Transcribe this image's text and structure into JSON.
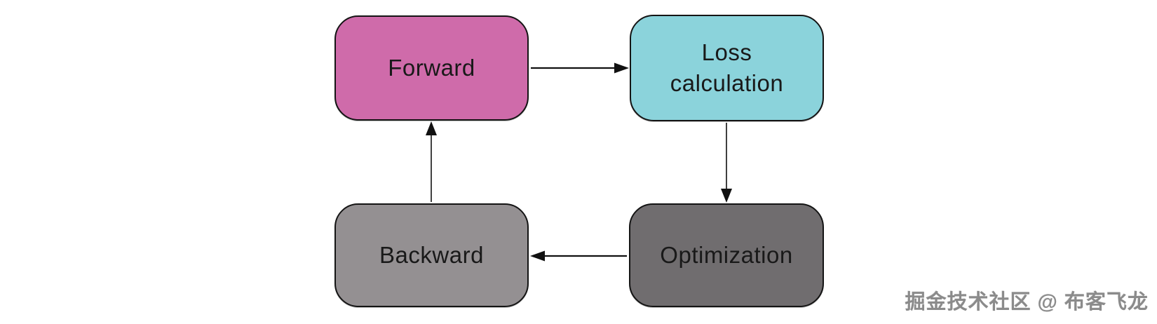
{
  "diagram": {
    "nodes": [
      {
        "id": "forward",
        "label": "Forward",
        "color": "#CF6BAA"
      },
      {
        "id": "loss-calculation",
        "label": "Loss calculation",
        "color": "#8BD3DB"
      },
      {
        "id": "backward",
        "label": "Backward",
        "color": "#949092"
      },
      {
        "id": "optimization",
        "label": "Optimization",
        "color": "#706D6F"
      }
    ],
    "edges": [
      {
        "from": "Forward",
        "to": "Loss calculation"
      },
      {
        "from": "Loss calculation",
        "to": "Optimization"
      },
      {
        "from": "Optimization",
        "to": "Backward"
      },
      {
        "from": "Backward",
        "to": "Forward"
      }
    ],
    "edge_color": "#111111"
  },
  "watermark": {
    "text": "掘金技术社区 @ 布客飞龙",
    "color": "#8B8B8B"
  }
}
